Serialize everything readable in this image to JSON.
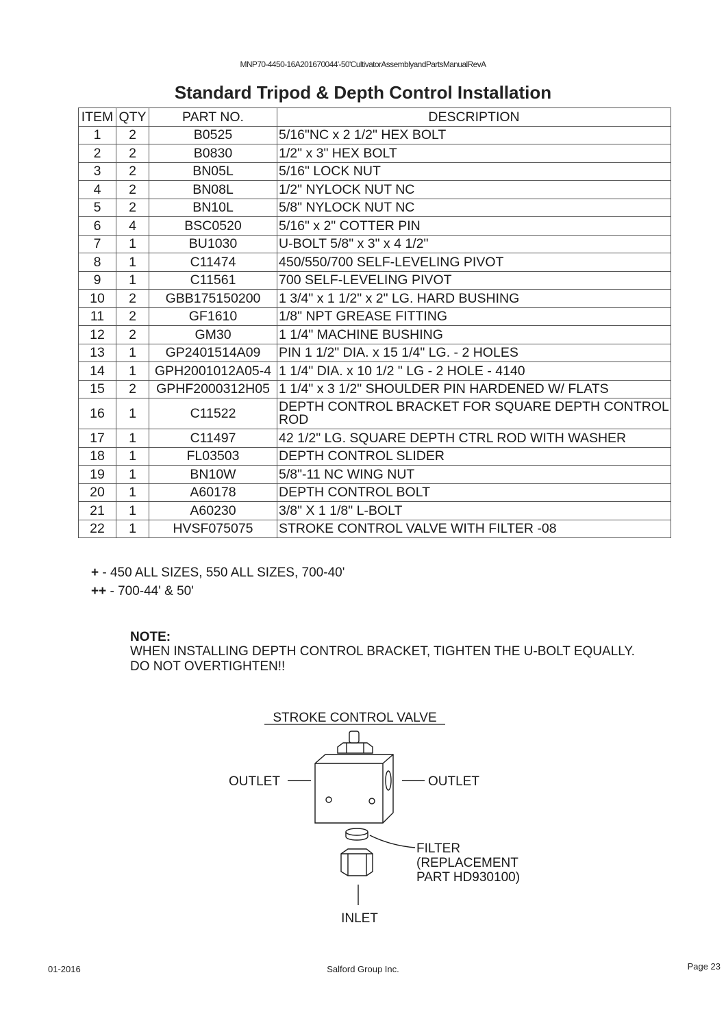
{
  "header": "MNP70-4450-16A201670044'-50'CultivatorAssemblyandPartsManualRevA",
  "title": "Standard Tripod & Depth Control Installation",
  "table": {
    "headers": [
      "ITEM",
      "QTY",
      "PART NO.",
      "DESCRIPTION"
    ],
    "rows": [
      {
        "item": "1",
        "qty": "2",
        "part": "B0525",
        "desc": "5/16\"NC x 2 1/2\" HEX BOLT",
        "mark": ""
      },
      {
        "item": "2",
        "qty": "2",
        "part": "B0830",
        "desc": "1/2\" x 3\" HEX BOLT",
        "mark": ""
      },
      {
        "item": "3",
        "qty": "2",
        "part": "BN05L",
        "desc": "5/16\" LOCK NUT",
        "mark": ""
      },
      {
        "item": "4",
        "qty": "2",
        "part": "BN08L",
        "desc": "1/2\" NYLOCK NUT NC",
        "mark": ""
      },
      {
        "item": "5",
        "qty": "2",
        "part": "BN10L",
        "desc": "5/8\" NYLOCK NUT NC",
        "mark": ""
      },
      {
        "item": "6",
        "qty": "4",
        "part": "BSC0520",
        "desc": "5/16\" x 2\" COTTER PIN",
        "mark": ""
      },
      {
        "item": "7",
        "qty": "1",
        "part": "BU1030",
        "desc": "U-BOLT 5/8\" x 3\" x 4 1/2\"",
        "mark": ""
      },
      {
        "item": "8",
        "qty": "1",
        "part": "C11474",
        "desc": "450/550/700 SELF-LEVELING PIVOT",
        "mark": "+"
      },
      {
        "item": "9",
        "qty": "1",
        "part": "C11561",
        "desc": "700 SELF-LEVELING PIVOT",
        "mark": "++"
      },
      {
        "item": "10",
        "qty": "2",
        "part": "GBB175150200",
        "desc": "1 3/4\" x 1 1/2\" x 2\" LG. HARD BUSHING",
        "mark": ""
      },
      {
        "item": "11",
        "qty": "2",
        "part": "GF1610",
        "desc": "1/8\" NPT GREASE FITTING",
        "mark": ""
      },
      {
        "item": "12",
        "qty": "2",
        "part": "GM30",
        "desc": "1 1/4\" MACHINE BUSHING",
        "mark": ""
      },
      {
        "item": "13",
        "qty": "1",
        "part": "GP2401514A09",
        "desc": "PIN 1 1/2\" DIA. x 15 1/4\" LG. - 2 HOLES",
        "mark": ""
      },
      {
        "item": "14",
        "qty": "1",
        "part": "GPH2001012A05-4",
        "desc": "1 1/4\" DIA. x 10 1/2 \" LG - 2 HOLE - 4140",
        "mark": ""
      },
      {
        "item": "15",
        "qty": "2",
        "part": "GPHF2000312H05",
        "desc": "1 1/4\" x 3 1/2\" SHOULDER PIN HARDENED W/ FLATS",
        "mark": ""
      },
      {
        "item": "16",
        "qty": "1",
        "part": "C11522",
        "desc": "DEPTH CONTROL BRACKET FOR SQUARE DEPTH CONTROL ROD",
        "mark": ""
      },
      {
        "item": "17",
        "qty": "1",
        "part": "C11497",
        "desc": "42 1/2\" LG. SQUARE DEPTH CTRL ROD WITH WASHER",
        "mark": ""
      },
      {
        "item": "18",
        "qty": "1",
        "part": "FL03503",
        "desc": "DEPTH CONTROL SLIDER",
        "mark": ""
      },
      {
        "item": "19",
        "qty": "1",
        "part": "BN10W",
        "desc": "5/8\"-11 NC WING NUT",
        "mark": ""
      },
      {
        "item": "20",
        "qty": "1",
        "part": "A60178",
        "desc": "DEPTH CONTROL BOLT",
        "mark": ""
      },
      {
        "item": "21",
        "qty": "1",
        "part": "A60230",
        "desc": "3/8\" X  1 1/8\" L-BOLT",
        "mark": ""
      },
      {
        "item": "22",
        "qty": "1",
        "part": "HVSF075075",
        "desc": "STROKE CONTROL VALVE WITH FILTER -08",
        "mark": ""
      }
    ]
  },
  "legend": [
    {
      "sym": "+",
      "text": " - 450 ALL SIZES, 550 ALL SIZES, 700-40'"
    },
    {
      "sym": "++",
      "text": " - 700-44' & 50'"
    }
  ],
  "note": {
    "heading": "NOTE:",
    "text": "WHEN INSTALLING DEPTH CONTROL BRACKET, TIGHTEN THE U-BOLT EQUALLY. DO NOT OVERTIGHTEN!!"
  },
  "diagram": {
    "title": "STROKE CONTROL VALVE",
    "outlet_left": "OUTLET",
    "outlet_right": "OUTLET",
    "filter_lines": [
      "FILTER",
      "(REPLACEMENT",
      "PART HD930100)"
    ],
    "inlet": "INLET"
  },
  "footer": {
    "date": "01-2016",
    "company": "Salford Group Inc.",
    "page": "Page 23"
  }
}
